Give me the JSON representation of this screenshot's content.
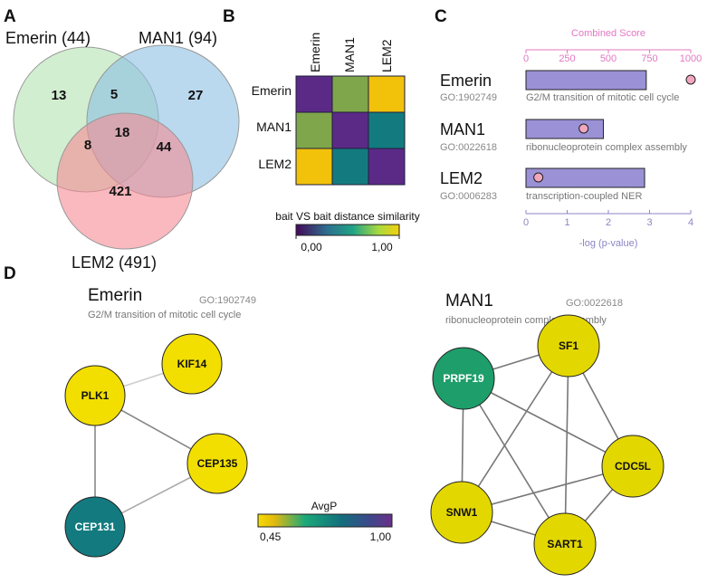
{
  "panels": {
    "a": "A",
    "b": "B",
    "c": "C",
    "d": "D"
  },
  "venn": {
    "sets": [
      {
        "label": "Emerin (44)",
        "color": "#b4e2b0"
      },
      {
        "label": "MAN1 (94)",
        "color": "#8cc0e3"
      },
      {
        "label": "LEM2 (491)",
        "color": "#f58a94"
      }
    ],
    "regions": {
      "emerin_only": "13",
      "man1_only": "27",
      "lem2_only": "421",
      "emerin_man1": "5",
      "emerin_lem2": "8",
      "man1_lem2": "44",
      "all_three": "18"
    }
  },
  "heatmap": {
    "columns": [
      "Emerin",
      "MAN1",
      "LEM2"
    ],
    "rows": [
      "Emerin",
      "MAN1",
      "LEM2"
    ],
    "cells": [
      [
        "#5b2a86",
        "#7fa64a",
        "#f2c10a"
      ],
      [
        "#7fa64a",
        "#5b2a86",
        "#137b80"
      ],
      [
        "#f2c10a",
        "#137b80",
        "#5b2a86"
      ]
    ],
    "colorbar": {
      "title": "bait VS bait distance similarity",
      "min": "0,00",
      "max": "1,00"
    }
  },
  "go_chart": {
    "score_axis": {
      "title": "Combined Score",
      "ticks": [
        "0",
        "250",
        "500",
        "750",
        "1000"
      ],
      "max": 1000,
      "color": "#e377c2"
    },
    "p_axis": {
      "title": "-log (p-value)",
      "ticks": [
        "0",
        "1",
        "2",
        "3",
        "4"
      ],
      "max": 4,
      "color": "#8c84c4"
    },
    "bar_color": "#9a91d6",
    "point_color": "#f3a7bf",
    "entries": [
      {
        "bait": "Emerin",
        "go_id": "GO:1902749",
        "term": "G2/M transition of mitotic cell cycle",
        "combined_score": 730,
        "neg_log_p": 4.0
      },
      {
        "bait": "MAN1",
        "go_id": "GO:0022618",
        "term": "ribonucleoprotein complex assembly",
        "combined_score": 470,
        "neg_log_p": 1.4
      },
      {
        "bait": "LEM2",
        "go_id": "GO:0006283",
        "term": "transcription-coupled NER",
        "combined_score": 720,
        "neg_log_p": 0.3
      }
    ]
  },
  "networks": {
    "emerin": {
      "title": "Emerin",
      "go_id": "GO:1902749",
      "term": "G2/M transition of mitotic cell cycle",
      "nodes": [
        {
          "name": "KIF14",
          "avgp": 0.45,
          "color": "#f2df00"
        },
        {
          "name": "PLK1",
          "avgp": 0.45,
          "color": "#f2df00"
        },
        {
          "name": "CEP135",
          "avgp": 0.45,
          "color": "#f2df00"
        },
        {
          "name": "CEP131",
          "avgp": 0.8,
          "color": "#137b80"
        }
      ]
    },
    "man1": {
      "title": "MAN1",
      "go_id": "GO:0022618",
      "term": "ribonucleoprotein complex assembly",
      "nodes": [
        {
          "name": "SF1",
          "avgp": 0.48,
          "color": "#e3d700"
        },
        {
          "name": "PRPF19",
          "avgp": 0.62,
          "color": "#1e9e6a"
        },
        {
          "name": "CDC5L",
          "avgp": 0.48,
          "color": "#e3d700"
        },
        {
          "name": "SNW1",
          "avgp": 0.48,
          "color": "#e3d700"
        },
        {
          "name": "SART1",
          "avgp": 0.48,
          "color": "#e3d700"
        }
      ]
    },
    "legend": {
      "title": "AvgP",
      "min": "0,45",
      "max": "1,00"
    }
  }
}
